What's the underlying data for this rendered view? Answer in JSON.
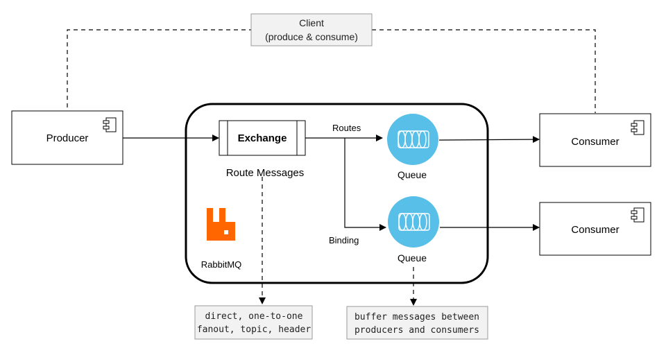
{
  "client": {
    "line1": "Client",
    "line2": "(produce & consume)"
  },
  "producer": {
    "label": "Producer",
    "icon": "component-icon"
  },
  "exchange": {
    "label": "Exchange",
    "caption": "Route Messages"
  },
  "routes_label": "Routes",
  "binding_label": "Binding",
  "queues": [
    {
      "label": "Queue",
      "icon": "queue-icon"
    },
    {
      "label": "Queue",
      "icon": "queue-icon"
    }
  ],
  "consumers": [
    {
      "label": "Consumer",
      "icon": "component-icon"
    },
    {
      "label": "Consumer",
      "icon": "component-icon"
    }
  ],
  "broker": {
    "logo": "rabbitmq-logo-icon",
    "name": "RabbitMQ"
  },
  "notes": {
    "exchange_types": {
      "line1": "direct, one-to-one",
      "line2": "fanout, topic, header"
    },
    "queue_purpose": {
      "line1": "buffer messages between",
      "line2": "producers and consumers"
    }
  },
  "colors": {
    "queue_fill": "#57bfe8",
    "rabbit_orange": "#ff6600",
    "note_fill": "#f2f2f2",
    "note_stroke": "#999999",
    "line": "#000000"
  }
}
